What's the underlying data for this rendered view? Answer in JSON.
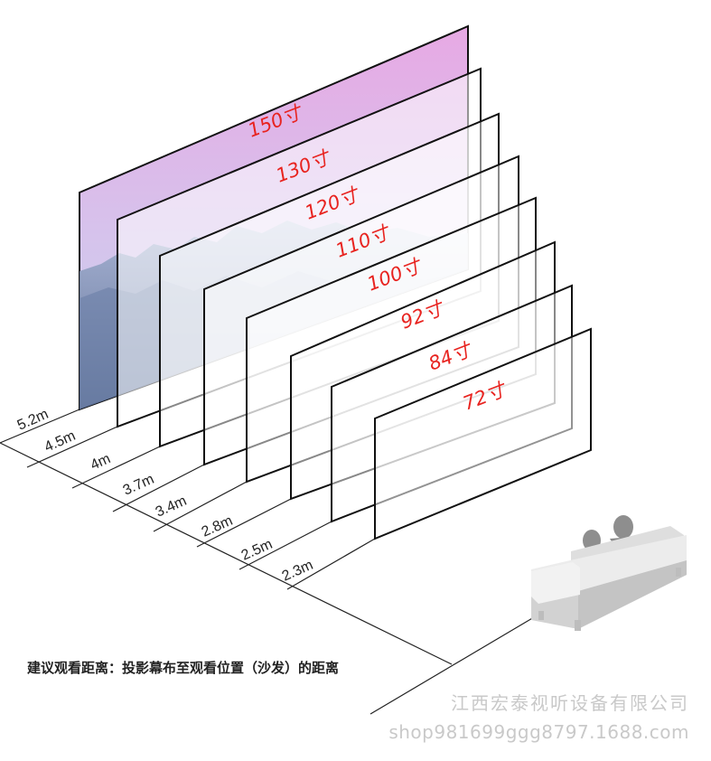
{
  "screens": [
    {
      "size": "150寸",
      "distance": "5.2m"
    },
    {
      "size": "130寸",
      "distance": "4.5m"
    },
    {
      "size": "120寸",
      "distance": "4m"
    },
    {
      "size": "110寸",
      "distance": "3.7m"
    },
    {
      "size": "100寸",
      "distance": "3.4m"
    },
    {
      "size": "92寸",
      "distance": "2.8m"
    },
    {
      "size": "84寸",
      "distance": "2.5m"
    },
    {
      "size": "72寸",
      "distance": "2.3m"
    }
  ],
  "note": "建议观看距离：投影幕布至观看位置（沙发）的距离",
  "watermark": {
    "company": "江西宏泰视听设备有限公司",
    "url": "shop981699ggg8797.1688.com"
  },
  "colors": {
    "size_label": "#e8231f",
    "frame": "#111111",
    "sky_top": "#e7a9e4",
    "sky_bottom": "#c9d3ea",
    "mountain": "#5f7399"
  },
  "icons": {
    "sofa": "sofa-with-person-icon"
  }
}
